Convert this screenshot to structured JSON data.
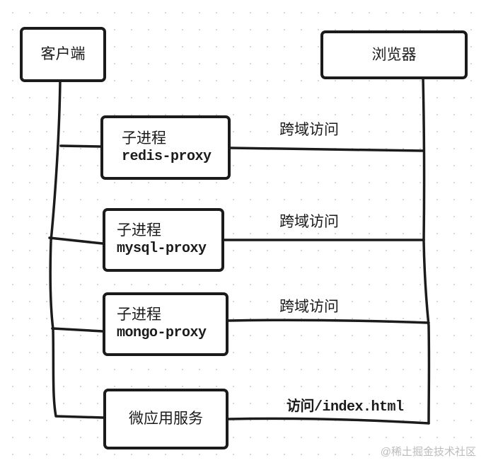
{
  "nodes": {
    "client": {
      "title": "客户端"
    },
    "browser": {
      "title": "浏览器"
    },
    "redis": {
      "title": "子进程",
      "sub": "redis-proxy"
    },
    "mysql": {
      "title": "子进程",
      "sub": "mysql-proxy"
    },
    "mongo": {
      "title": "子进程",
      "sub": "mongo-proxy"
    },
    "micro": {
      "title": "微应用服务"
    }
  },
  "edges": {
    "redis_label": "跨域访问",
    "mysql_label": "跨域访问",
    "mongo_label": "跨域访问",
    "micro_label": "访问/index.html"
  },
  "watermark": "@稀土掘金技术社区",
  "colors": {
    "stroke": "#1b1b1b",
    "background": "#ffffff",
    "grid_dot": "#d6d6d6",
    "watermark": "#bdbdbd"
  }
}
